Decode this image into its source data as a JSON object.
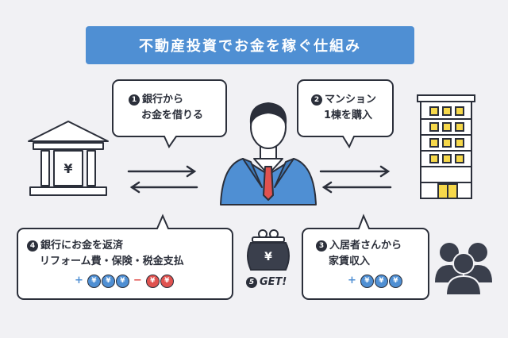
{
  "title": "不動産投資でお金を稼ぐ仕組み",
  "steps": {
    "s1": {
      "num": "1",
      "line1": "銀行から",
      "line2": "お金を借りる"
    },
    "s2": {
      "num": "2",
      "line1": "マンション",
      "line2": "1棟を購入"
    },
    "s3": {
      "num": "3",
      "line1": "入居者さんから",
      "line2": "家賃収入"
    },
    "s4": {
      "num": "4",
      "line1": "銀行にお金を返済",
      "line2": "リフォーム費・保険・税金支払"
    },
    "s5": {
      "num": "5",
      "label": "GET!"
    }
  },
  "coins": {
    "symbol": "¥",
    "plus": "+",
    "minus": "−"
  },
  "colors": {
    "accent": "#4f8fd3",
    "expense": "#e0524f",
    "line": "#2b2f3a",
    "building_window": "#f6d84a"
  }
}
